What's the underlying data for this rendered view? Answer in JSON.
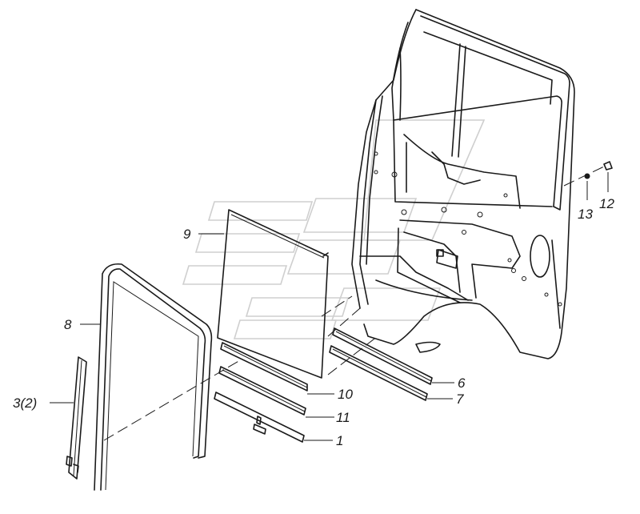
{
  "labels": {
    "p1": "1",
    "p3": "3(2)",
    "p6": "6",
    "p7": "7",
    "p8": "8",
    "p9": "9",
    "p10": "10",
    "p11": "11",
    "p12": "12",
    "p13": "13"
  }
}
